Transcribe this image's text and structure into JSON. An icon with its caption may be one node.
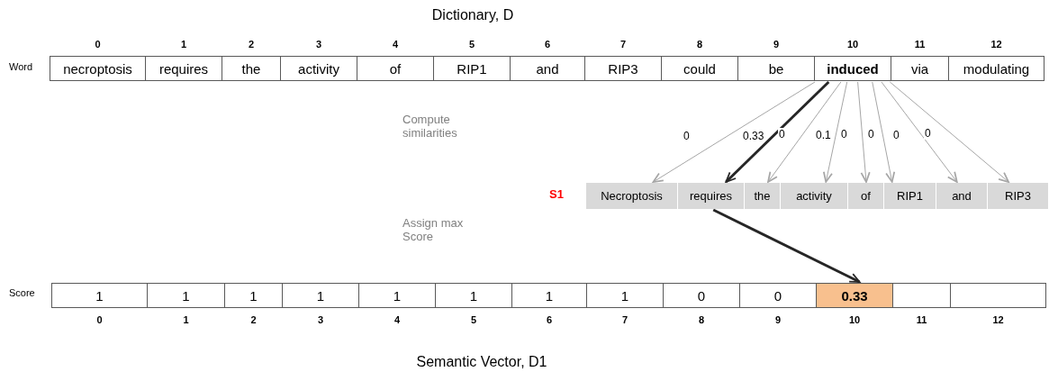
{
  "diagram": {
    "title": "Dictionary, D",
    "caption": "Semantic Vector, D1",
    "nodes": [
      {
        "text": [
          "necroptosis"
        ],
        "beside": [
          "0"
        ]
      },
      {
        "text": [
          "requires"
        ],
        "beside": [
          "1"
        ]
      },
      {
        "text": [
          "the"
        ],
        "beside": [
          "2"
        ]
      },
      {
        "text": [
          "activity"
        ],
        "beside": [
          "3"
        ]
      },
      {
        "text": [
          "of"
        ],
        "beside": [
          "4"
        ]
      },
      {
        "text": [
          "RIP1"
        ],
        "beside": [
          "5"
        ]
      },
      {
        "text": [
          "and"
        ],
        "beside": [
          "6"
        ]
      },
      {
        "text": [
          "RIP3"
        ],
        "beside": [
          "7"
        ]
      },
      {
        "text": [
          "could"
        ],
        "beside": [
          "8"
        ]
      },
      {
        "text": [
          "be"
        ],
        "beside": [
          "9"
        ]
      },
      {
        "text": [
          "induced"
        ],
        "beside": [
          "10"
        ]
      },
      {
        "text": [
          "via"
        ],
        "beside": [
          "11"
        ]
      },
      {
        "text": [
          "modulating"
        ],
        "beside": [
          "12"
        ]
      },
      {
        "text": [
          "Necroptosis"
        ]
      },
      {
        "text": [
          "requires"
        ]
      },
      {
        "text": [
          "the"
        ]
      },
      {
        "text": [
          "activity"
        ]
      },
      {
        "text": [
          "of"
        ]
      },
      {
        "text": [
          "RIP1"
        ]
      },
      {
        "text": [
          "and"
        ]
      },
      {
        "text": [
          "RIP3"
        ]
      },
      {
        "text": [
          "1"
        ],
        "beside": [
          "0"
        ]
      },
      {
        "text": [
          "1"
        ],
        "beside": [
          "1"
        ]
      },
      {
        "text": [
          "1"
        ],
        "beside": [
          "2"
        ]
      },
      {
        "text": [
          "1"
        ],
        "beside": [
          "3"
        ]
      },
      {
        "text": [
          "1"
        ],
        "beside": [
          "4"
        ]
      },
      {
        "text": [
          "1"
        ],
        "beside": [
          "5"
        ]
      },
      {
        "text": [
          "1"
        ],
        "beside": [
          "6"
        ]
      },
      {
        "text": [
          "1"
        ],
        "beside": [
          "7"
        ]
      },
      {
        "text": [
          "0"
        ],
        "beside": [
          "8"
        ]
      },
      {
        "text": [
          "0"
        ],
        "beside": [
          "9"
        ]
      },
      {
        "text": [
          "0.33"
        ],
        "beside": [
          "10"
        ]
      },
      {
        "text": [],
        "shape": "box",
        "beside": [
          "11"
        ]
      },
      {
        "text": [],
        "shape": "box",
        "beside": [
          "12"
        ]
      }
    ],
    "edges": [
      {
        "from": 10,
        "to": 13,
        "arrow": "to",
        "label": "0"
      },
      {
        "from": 10,
        "to": 14,
        "arrow": "to",
        "label": "0.33",
        "style": "thick",
        "color": "#262626"
      },
      {
        "from": 10,
        "to": 15,
        "arrow": "to",
        "label": "0"
      },
      {
        "from": 10,
        "to": 16,
        "arrow": "to",
        "label": "0.1"
      },
      {
        "from": 10,
        "to": 17,
        "arrow": "to",
        "label": "0"
      },
      {
        "from": 10,
        "to": 18,
        "arrow": "to",
        "label": "0"
      },
      {
        "from": 10,
        "to": 19,
        "arrow": "to",
        "label": "0"
      },
      {
        "from": 10,
        "to": 20,
        "arrow": "to",
        "label": "0"
      },
      {
        "from": 14,
        "to": 31,
        "arrow": "to",
        "style": "thick",
        "color": "#262626"
      }
    ],
    "labels": [
      "Word",
      "Compute similarities",
      "S1",
      "Assign max Score",
      "Score"
    ]
  }
}
